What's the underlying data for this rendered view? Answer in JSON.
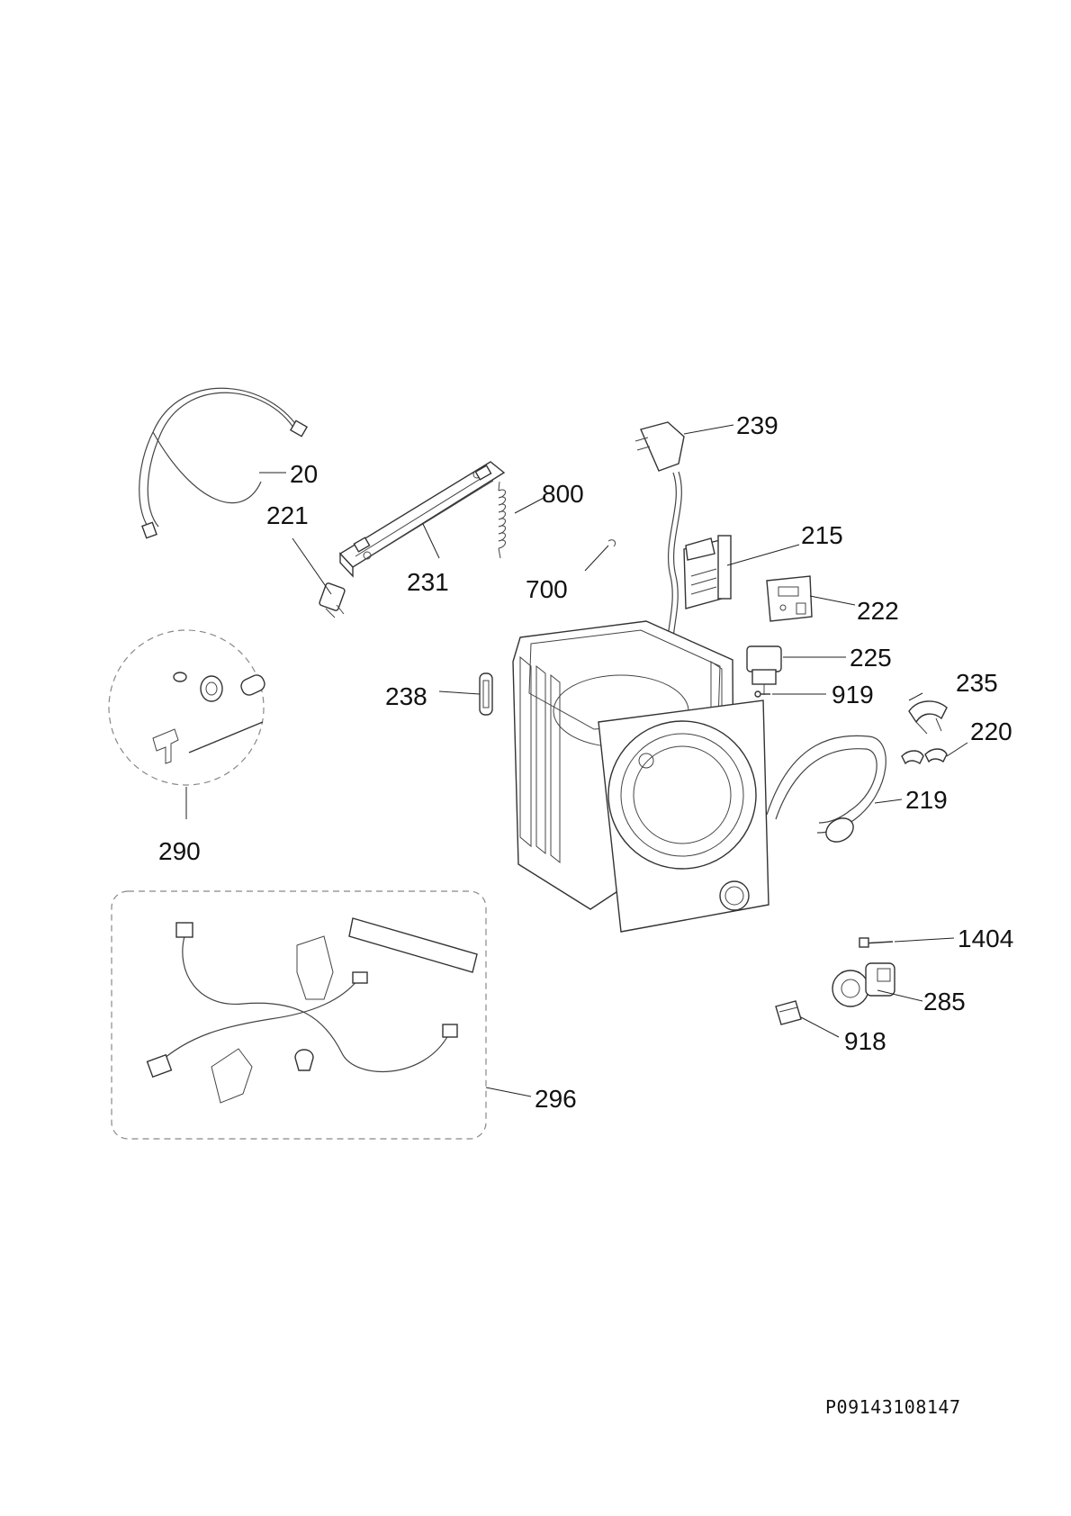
{
  "callouts": [
    {
      "id": "239",
      "label": "239"
    },
    {
      "id": "20",
      "label": "20"
    },
    {
      "id": "800",
      "label": "800"
    },
    {
      "id": "221",
      "label": "221"
    },
    {
      "id": "215",
      "label": "215"
    },
    {
      "id": "231",
      "label": "231"
    },
    {
      "id": "700",
      "label": "700"
    },
    {
      "id": "222",
      "label": "222"
    },
    {
      "id": "225",
      "label": "225"
    },
    {
      "id": "235",
      "label": "235"
    },
    {
      "id": "238",
      "label": "238"
    },
    {
      "id": "919",
      "label": "919"
    },
    {
      "id": "220",
      "label": "220"
    },
    {
      "id": "219",
      "label": "219"
    },
    {
      "id": "290",
      "label": "290"
    },
    {
      "id": "1404",
      "label": "1404"
    },
    {
      "id": "285",
      "label": "285"
    },
    {
      "id": "918",
      "label": "918"
    },
    {
      "id": "296",
      "label": "296"
    }
  ],
  "reference_code": "P09143108147"
}
